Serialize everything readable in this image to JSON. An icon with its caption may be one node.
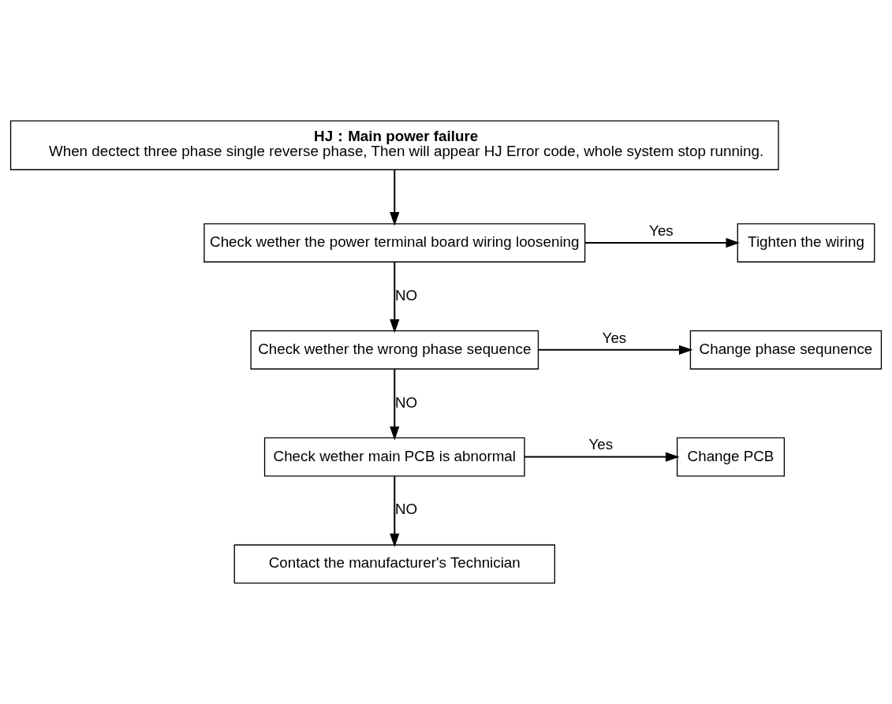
{
  "diagram": {
    "nodes": [
      {
        "text": [
          "HJ：Main power failure",
          "When dectect three phase single reverse phase, Then will appear HJ Error code, whole system stop running."
        ]
      },
      {
        "text": [
          "Check wether the power terminal board wiring loosening"
        ]
      },
      {
        "text": [
          "Tighten the wiring"
        ]
      },
      {
        "text": [
          "Check wether the wrong phase sequence"
        ]
      },
      {
        "text": [
          "Change phase sequnence"
        ]
      },
      {
        "text": [
          "Check wether main PCB is abnormal"
        ]
      },
      {
        "text": [
          "Change PCB"
        ]
      },
      {
        "text": [
          "Contact the manufacturer's Technician"
        ]
      }
    ],
    "edges": [
      {
        "from": 0,
        "to": 1,
        "arrow": "to"
      },
      {
        "from": 1,
        "to": 2,
        "arrow": "to",
        "label": "Yes"
      },
      {
        "from": 1,
        "to": 3,
        "arrow": "to",
        "label": "NO"
      },
      {
        "from": 3,
        "to": 4,
        "arrow": "to",
        "label": "Yes"
      },
      {
        "from": 3,
        "to": 5,
        "arrow": "to",
        "label": "NO"
      },
      {
        "from": 5,
        "to": 6,
        "arrow": "to",
        "label": "Yes"
      },
      {
        "from": 5,
        "to": 7,
        "arrow": "to",
        "label": "NO"
      }
    ]
  }
}
